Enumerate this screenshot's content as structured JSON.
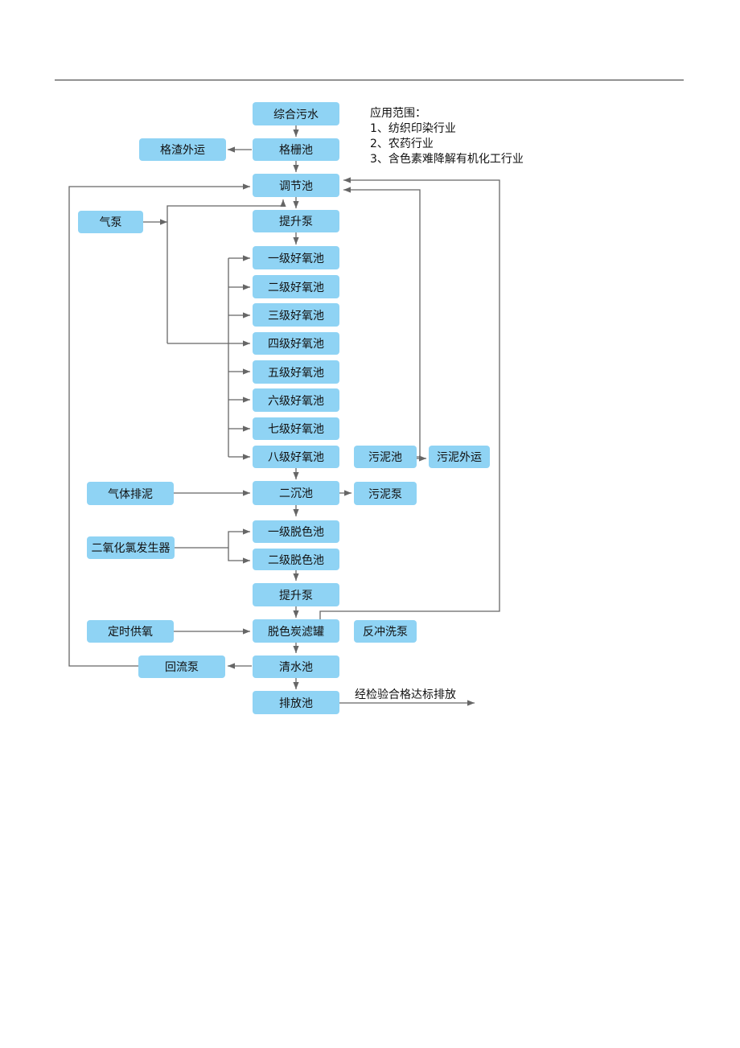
{
  "applications": {
    "title": "应用范围：",
    "items": [
      "1、纺织印染行业",
      "2、农药行业",
      "3、含色素难降解有机化工行业"
    ]
  },
  "nodes": {
    "mixed_wastewater": "综合污水",
    "grille_tank": "格栅池",
    "screening_disposal": "格渣外运",
    "equalization_tank": "调节池",
    "air_pump": "气泵",
    "lift_pump_1": "提升泵",
    "aerobic_1": "一级好氧池",
    "aerobic_2": "二级好氧池",
    "aerobic_3": "三级好氧池",
    "aerobic_4": "四级好氧池",
    "aerobic_5": "五级好氧池",
    "aerobic_6": "六级好氧池",
    "aerobic_7": "七级好氧池",
    "aerobic_8": "八级好氧池",
    "sludge_tank": "污泥池",
    "sludge_disposal": "污泥外运",
    "gas_sludge": "气体排泥",
    "secondary_clarifier": "二沉池",
    "sludge_pump": "污泥泵",
    "chlorine_dioxide": "二氧化氯发生器",
    "decolor_1": "一级脱色池",
    "decolor_2": "二级脱色池",
    "lift_pump_2": "提升泵",
    "timed_oxygen": "定时供氧",
    "carbon_filter": "脱色炭滤罐",
    "backwash_pump": "反冲洗泵",
    "return_pump": "回流泵",
    "clear_water": "清水池",
    "discharge_tank": "排放池"
  },
  "discharge_note": "经检验合格达标排放",
  "colors": {
    "box": "#8fd3f4",
    "line": "#666666"
  }
}
